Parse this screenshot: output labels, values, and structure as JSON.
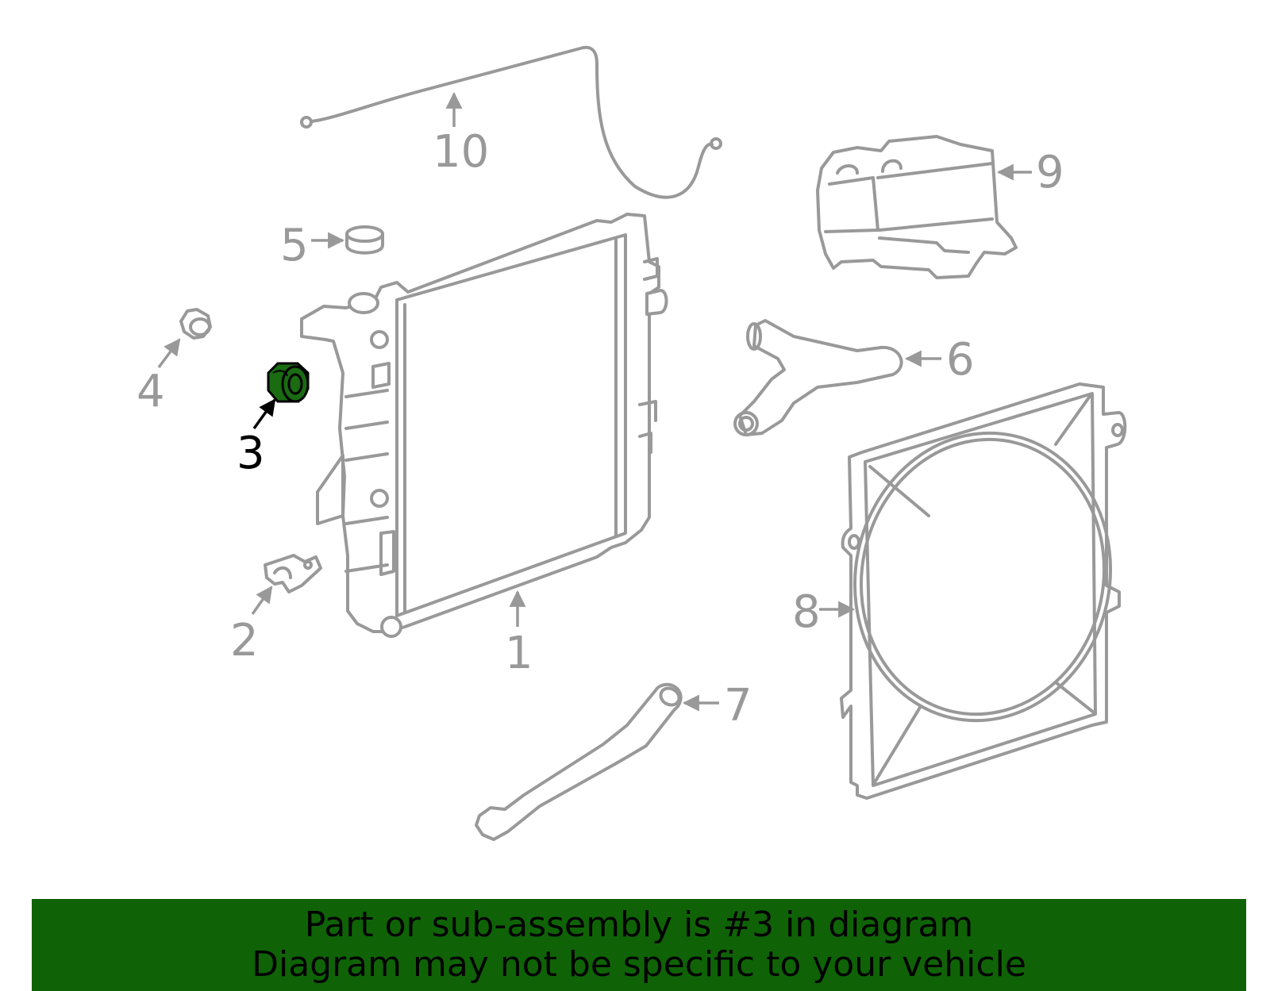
{
  "diagram": {
    "callouts": {
      "c1": "1",
      "c2": "2",
      "c3": "3",
      "c4": "4",
      "c5": "5",
      "c6": "6",
      "c7": "7",
      "c8": "8",
      "c9": "9",
      "c10": "10"
    },
    "highlighted_part": "3",
    "colors": {
      "line": "#999999",
      "highlight_fill": "#1a6b12",
      "highlight_stroke": "#000000"
    }
  },
  "banner": {
    "line1": "Part or sub-assembly is #3 in diagram",
    "line2": "Diagram may not be specific to your vehicle",
    "background": "#0f6306"
  }
}
